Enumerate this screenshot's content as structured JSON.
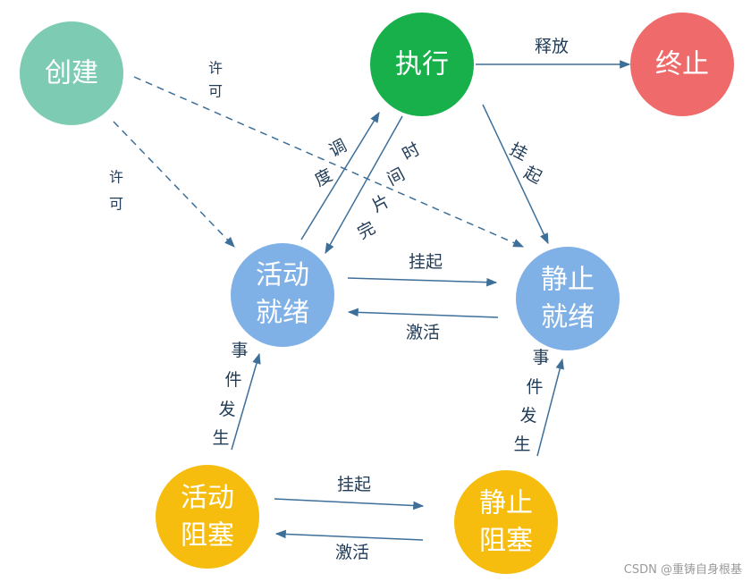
{
  "nodes": {
    "create": {
      "label": "创建",
      "color": "#7ecbb4"
    },
    "execute": {
      "label": "执行",
      "color": "#17b04a"
    },
    "terminate": {
      "label": "终止",
      "color": "#ef6b6b"
    },
    "active_ready": {
      "lines": [
        "活动",
        "就绪"
      ],
      "color": "#7fb0e6"
    },
    "static_ready": {
      "lines": [
        "静止",
        "就绪"
      ],
      "color": "#7fb0e6"
    },
    "active_blocked": {
      "lines": [
        "活动",
        "阻塞"
      ],
      "color": "#f6bd0f"
    },
    "static_blocked": {
      "lines": [
        "静止",
        "阻塞"
      ],
      "color": "#f6bd0f"
    }
  },
  "edges": {
    "release": "释放",
    "permit_1": [
      "许",
      "可"
    ],
    "permit_2": [
      "许",
      "可"
    ],
    "schedule": [
      "调",
      "度"
    ],
    "timeslice": [
      "时",
      "间",
      "片",
      "完"
    ],
    "suspend_exec": [
      "挂",
      "起"
    ],
    "suspend_ready": "挂起",
    "activate_ready": "激活",
    "event_1": [
      "事",
      "件",
      "发",
      "生"
    ],
    "event_2": [
      "事",
      "件",
      "发",
      "生"
    ],
    "suspend_blocked": "挂起",
    "activate_blocked": "激活"
  },
  "colors": {
    "arrow": "#3d6f99"
  },
  "watermark": "CSDN @重铸自身根基"
}
